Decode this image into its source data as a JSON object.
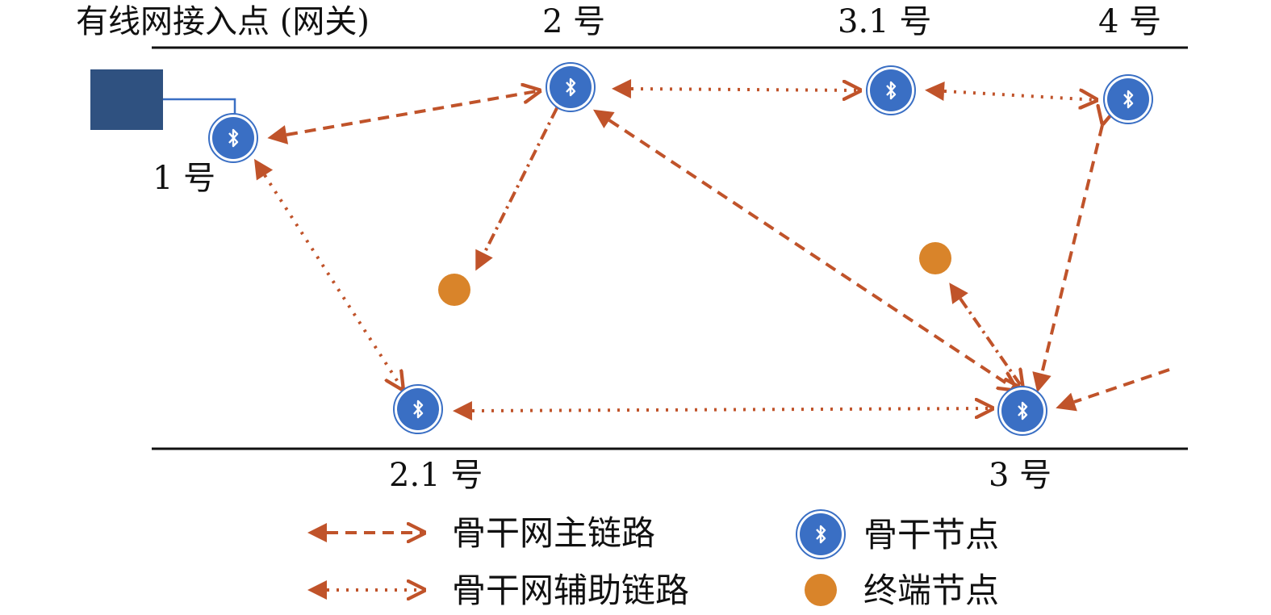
{
  "colors": {
    "link": "#c0532a",
    "backbone_node": "#3a6fc4",
    "terminal_node": "#d9842a",
    "gateway": "#2f5180",
    "wire": "#3a6fc4",
    "frame": "#111111"
  },
  "labels": {
    "gateway": "有线网接入点 (网关)",
    "node_1": "1 号",
    "node_2": "2 号",
    "node_3_1": "3.1 号",
    "node_4": "4 号",
    "node_2_1": "2.1 号",
    "node_3": "3 号"
  },
  "legend": {
    "main_link": "骨干网主链路",
    "aux_link": "骨干网辅助链路",
    "backbone_node": "骨干节点",
    "terminal_node": "终端节点"
  },
  "icons": {
    "node_symbol": "bluetooth-icon",
    "gateway_symbol": "gateway-square-icon"
  }
}
